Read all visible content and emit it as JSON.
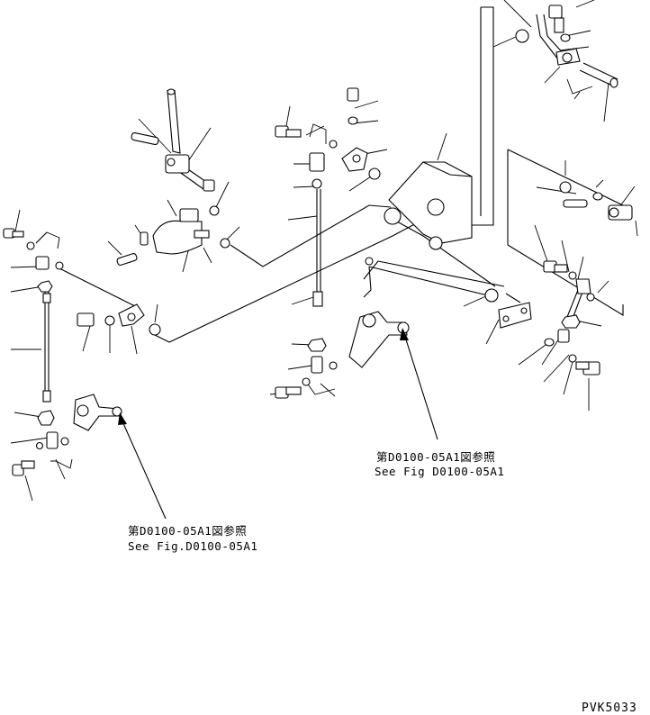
{
  "references": [
    {
      "line1": "第D0100-05A1図参照",
      "line2": "See Fig D0100-05A1"
    },
    {
      "line1": "第D0100-05A1図参照",
      "line2": "See Fig.D0100-05A1"
    }
  ],
  "drawing_code": "PVK5033"
}
